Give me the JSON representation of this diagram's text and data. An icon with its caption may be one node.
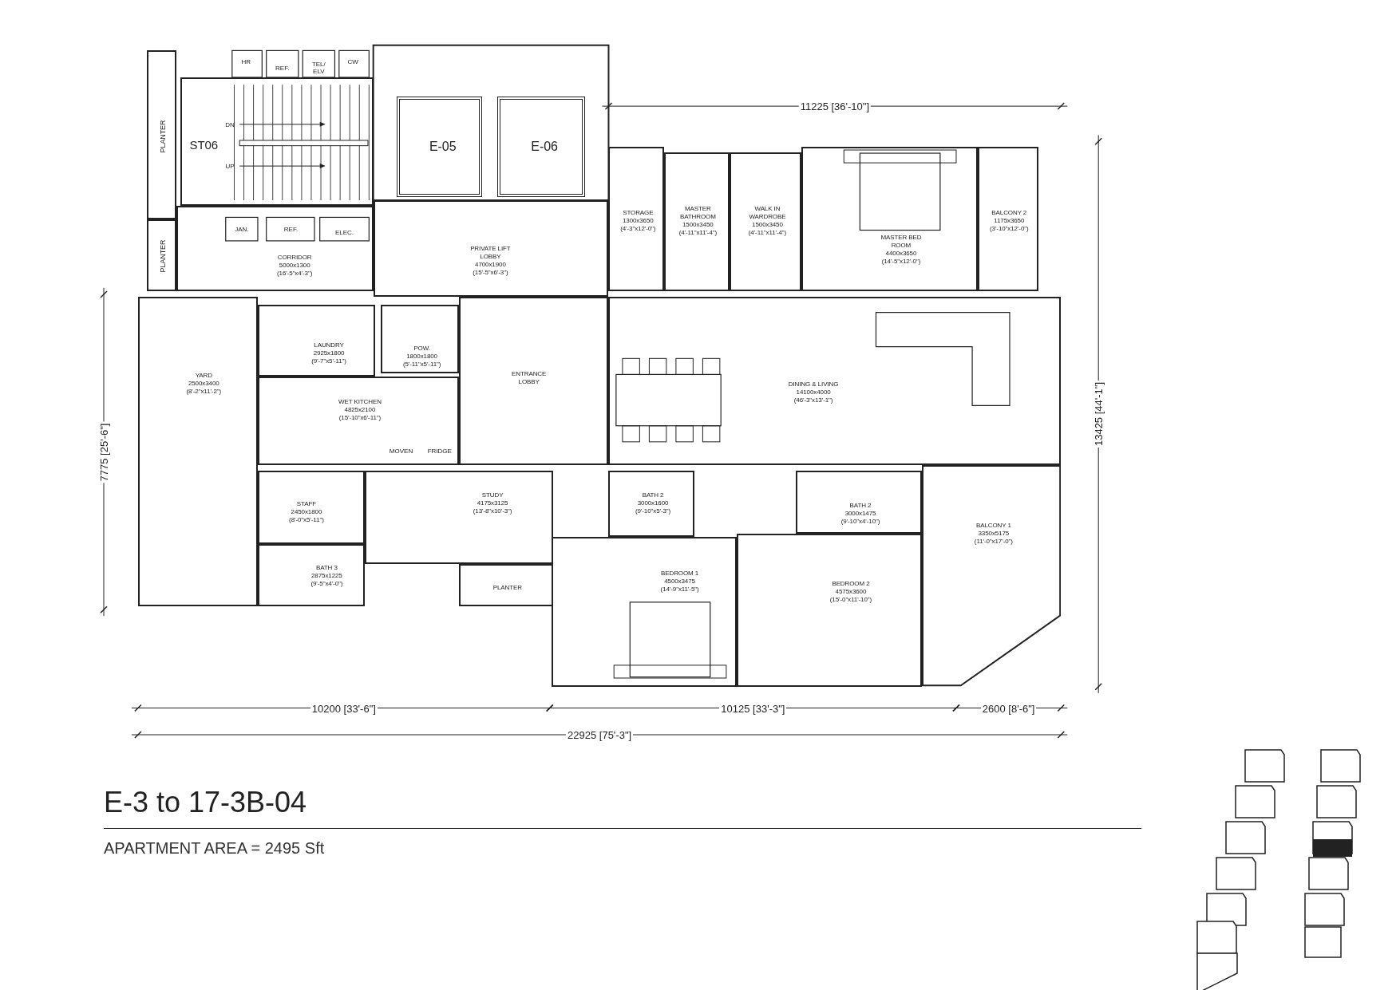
{
  "diagram": {
    "title": "E-3 to 17-3B-04",
    "caption": "APARTMENT AREA = 2495 Sft",
    "nodes": [
      {
        "text": [
          "PLANTER"
        ]
      },
      {
        "text": [
          "PLANTER"
        ]
      },
      {
        "text": [
          "ST06"
        ]
      },
      {
        "text": [
          "E-05"
        ]
      },
      {
        "text": [
          "E-06"
        ]
      },
      {
        "text": [
          "CORRIDOR",
          "5000x1300",
          "(16'-5\"x4'-3\")"
        ]
      },
      {
        "text": [
          "PRIVATE LIFT LOBBY",
          "4700x1900",
          "(15'-5\"x6'-3\")"
        ]
      },
      {
        "text": [
          "STORAGE",
          "1300x3650",
          "(4'-3\"x12'-0\")"
        ]
      },
      {
        "text": [
          "MASTER BATHROOM",
          "1500x3450",
          "(4'-11\"x11'-4\")"
        ]
      },
      {
        "text": [
          "WALK IN WARDROBE",
          "1500x3450",
          "(4'-11\"x11'-4\")"
        ]
      },
      {
        "text": [
          "MASTER BED ROOM",
          "4400x3650",
          "(14'-5\"x12'-0\")"
        ]
      },
      {
        "text": [
          "BALCONY 2",
          "1175x3650",
          "(3'-10\"x12'-0\")"
        ]
      },
      {
        "text": [
          "YARD",
          "2500x3400",
          "(8'-2\"x11'-2\")"
        ]
      },
      {
        "text": [
          "LAUNDRY",
          "2925x1800",
          "(9'-7\"x5'-11\")"
        ]
      },
      {
        "text": [
          "POW.",
          "1800x1800",
          "(5'-11\"x5'-11\")"
        ]
      },
      {
        "text": [
          "ENTRANCE LOBBY"
        ]
      },
      {
        "text": [
          "WET KITCHEN",
          "4825x2100",
          "(15'-10\"x6'-11\")"
        ]
      },
      {
        "text": [
          "DINING & LIVING",
          "14100x4000",
          "(46'-3\"x13'-1\")"
        ]
      },
      {
        "text": [
          "STAFF",
          "2450x1800",
          "(8'-0\"x5'-11\")"
        ]
      },
      {
        "text": [
          "BATH 3",
          "2875x1225",
          "(9'-5\"x4'-0\")"
        ]
      },
      {
        "text": [
          "STUDY",
          "4175x3125",
          "(13'-8\"x10'-3\")"
        ]
      },
      {
        "text": [
          "PLANTER"
        ]
      },
      {
        "text": [
          "BATH 2",
          "3000x1600",
          "(9'-10\"x5'-3\")"
        ]
      },
      {
        "text": [
          "BATH 2",
          "3000x1475",
          "(9'-10\"x4'-10\")"
        ]
      },
      {
        "text": [
          "BEDROOM 1",
          "4500x3475",
          "(14'-9\"x11'-5\")"
        ]
      },
      {
        "text": [
          "BEDROOM 2",
          "4575x3600",
          "(15'-0\"x11'-10\")"
        ]
      },
      {
        "text": [
          "BALCONY 1",
          "3350x5175",
          "(11'-0\"x17'-0\")"
        ]
      }
    ],
    "labels": [
      "HR",
      "REF.",
      "TEL/ ELV",
      "CW",
      "DN",
      "UP",
      "JAN.",
      "REF.",
      "ELEC.",
      "MOVEN",
      "FRIDGE",
      "11225 [36'-10\"]",
      "13425 [44'-1\"]",
      "7775 [25'-6\"]",
      "10200 [33'-6\"]",
      "10125 [33'-3\"]",
      "2600 [8'-6\"]",
      "22925 [75'-3\"]"
    ]
  }
}
